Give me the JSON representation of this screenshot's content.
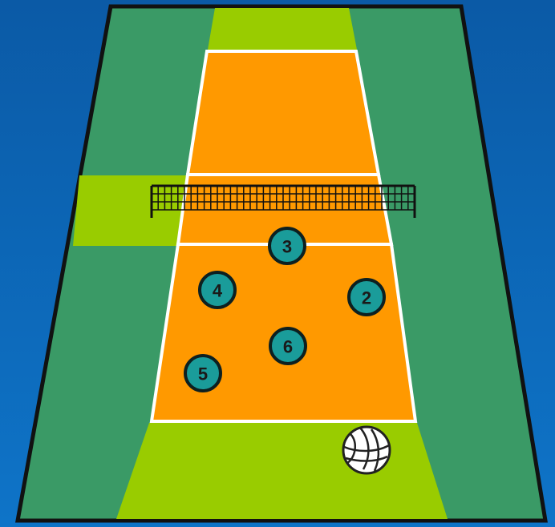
{
  "colors": {
    "background": "#0a5aa8",
    "background_light": "#0f6bbf",
    "field_green": "#3a9a66",
    "light_green": "#99cc00",
    "court_orange": "#ff9900",
    "line_white": "#ffffff",
    "outline_black": "#111111",
    "player_fill": "#1a9c9a",
    "player_border": "#0d2020",
    "net_color": "#111111"
  },
  "players": [
    {
      "number": "3",
      "id": "player-3"
    },
    {
      "number": "4",
      "id": "player-4"
    },
    {
      "number": "2",
      "id": "player-2"
    },
    {
      "number": "6",
      "id": "player-6"
    },
    {
      "number": "5",
      "id": "player-5"
    }
  ],
  "ball": {
    "icon": "volleyball-icon"
  },
  "net": {
    "icon": "net-icon"
  }
}
